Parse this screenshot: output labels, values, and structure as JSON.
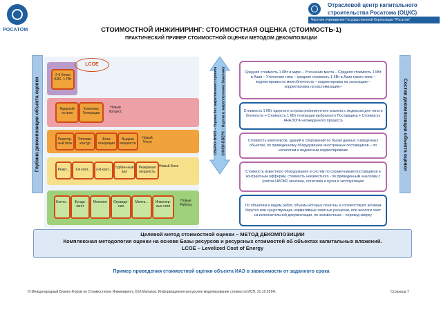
{
  "logo": {
    "text": "РОСАТОМ"
  },
  "header": {
    "title": "Отраслевой центр капитального строительства Росатома (ОЦКС)",
    "bar": "Частное учреждение Государственной Корпорации \"Росатом\""
  },
  "slide": {
    "title": "СТОИМОСТНОЙ ИНЖИНИРИНГ: СТОИМОСТНАЯ ОЦЕНКА (СТОИМОСТЬ-1)",
    "subtitle": "ПРАКТИЧЕСКИЙ ПРИМЕР СТОИМОСТНОЙ ОЦЕНКИ МЕТОДОМ ДЕКОМПОЗИЦИИ"
  },
  "left_axis": "Глубина декомпозиции объекта оценки",
  "right_axis": "Состав декомпозиции объекта оценки",
  "lcoe_label": "LCOE",
  "levels": {
    "l1": [
      "2-6 блоки АЭС, 1 ГВт"
    ],
    "l2": [
      "Ядерный остров",
      "Комплекс Генерации",
      "Новый процесс"
    ],
    "l3": [
      "Реактор-ный блок",
      "Топливо-контур",
      "Блок генерации",
      "Выдача мощности",
      "Новый Титул"
    ],
    "l4": [
      "Реакт...",
      "1-й конт...",
      "2-й конт...",
      "Турбин-ный зал",
      "Резервная мощность",
      "Новый Блок"
    ],
    "l5": [
      "Котло...",
      "Фунда-мент",
      "Монолит",
      "Огражде-ния",
      "Монта...",
      "Инженер-ные сети",
      "Новые Работы"
    ]
  },
  "vertical_arrow": {
    "left": "СВЕРХУ-ВНИЗ – Оценка без закрепленного проекта",
    "right": "СНИЗУ-ВВЕРХ – Оценка в закрепленному Заказчику"
  },
  "right_boxes": [
    "Средняя стоимость 1 КВт в мире – Уточнение места – Средняя стоимость 1 КВт в Азии – Уточнение типа – средняя стоимость 1 КВт в Азии такого типа – корректировка на многоблочность – корректировка на эскалацию – корректировка на кастомизацию–",
    "Стоимость 1 КВт ядерного острова референтного аналога с индексом для типа и блочности + Стоимость 1 КВт генерации выбранного Поставщика + Стоимость АНАЛОГА неожиданного процесса",
    "Стоимость комплексов, зданий и сооружений по базам данных о введенных объектах, по приведенному оборудованию иностранных поставщиков – по каталогам и индексным корректировкам",
    "Стоимость известного оборудования и систем по справочникам поставщиков и контрактным офферам, стоимость неизвестного - по приведенным аналогам с учетом НИОКР, монтажа, логистики и пуска в эксплуатацию",
    "По объектам и видам работ, объемы которых понятны и соответствуют активам берутся или существующие нормативные сметные расценки, или аналоги смет из исполнительной документации, по неизвестным – перевод сверху"
  ],
  "banner": {
    "line1": "Целевой метод стоимостной оценки – МЕТОД ДЕКОМПОЗИЦИИ",
    "line2": "Комплексная методология оценки на основе Базы ресурсов и ресурсных стоимостей об объектах капитальных вложений.",
    "line3": "LCOE – Levelized Cost of Energy"
  },
  "footer": {
    "example": "Пример проведения стоимостной оценки объекта ИАЭ в зависимости от заданного срока",
    "left": "III Международный Бизнес-Форум по Стоимостному Инжинирингу. В.И.Малахов: Информационно-ресурсное моделирование стоимости ИСП. 31.10.2014г.",
    "right": "Страница 7"
  },
  "colors": {
    "accent": "#1f5f9e",
    "highlight": "#d04a16",
    "band_l1": "#b99ac9",
    "band_l2": "#eda0a6",
    "band_l3": "#f0a23b",
    "band_l4": "#f6e08a",
    "band_l5": "#9fd07a",
    "arrow": "#9fc9ee",
    "box_border": "#b36aa8"
  }
}
